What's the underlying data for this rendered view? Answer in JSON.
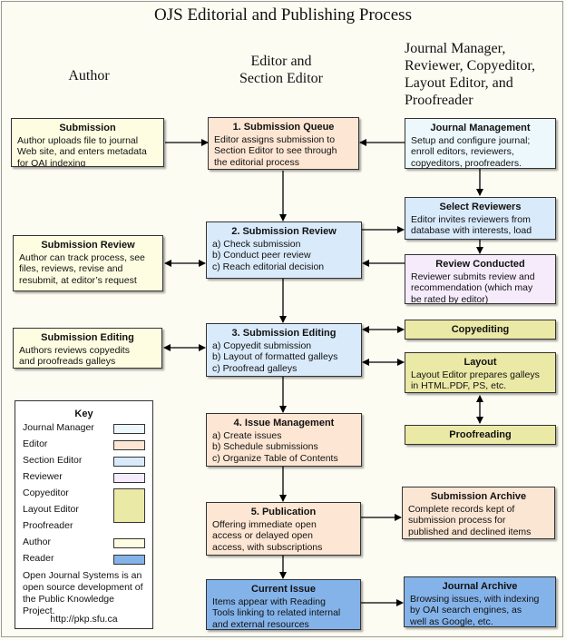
{
  "title": "OJS Editorial and Publishing Process",
  "columns": {
    "author": "Author",
    "editor": [
      "Editor and",
      "Section Editor"
    ],
    "manager": [
      "Journal Manager,",
      "Reviewer, Copyeditor,",
      "Layout Editor, and",
      "Proofreader"
    ]
  },
  "boxes": {
    "submission": {
      "title": "Submission",
      "lines": [
        "Author uploads file to journal",
        "Web site, and enters metadata",
        "for OAI indexing"
      ]
    },
    "submission_queue": {
      "title": "1. Submission Queue",
      "lines": [
        "Editor assigns submission to",
        "Section Editor to see through",
        "the editorial process"
      ]
    },
    "journal_management": {
      "title": "Journal Management",
      "lines": [
        "Setup and configure journal;",
        "enroll editors, reviewers,",
        "copyeditors, proofreaders."
      ]
    },
    "select_reviewers": {
      "title": "Select Reviewers",
      "lines": [
        "Editor invites reviewers from",
        "database with interests, load"
      ]
    },
    "submission_review_author": {
      "title": "Submission Review",
      "lines": [
        "Author can track process, see",
        "files, reviews, revise and",
        "resubmit, at editor’s request"
      ]
    },
    "submission_review": {
      "title": "2. Submission Review",
      "lines": [
        "a) Check submission",
        "b) Conduct peer review",
        "c) Reach editorial decision"
      ]
    },
    "review_conducted": {
      "title": "Review Conducted",
      "lines": [
        "Reviewer submits review and",
        "recommendation (which may",
        "be rated by editor)"
      ]
    },
    "submission_editing_author": {
      "title": "Submission Editing",
      "lines": [
        "Authors reviews copyedits",
        "and proofreads galleys"
      ]
    },
    "submission_editing": {
      "title": "3. Submission Editing",
      "lines": [
        "a) Copyedit submission",
        "b) Layout of formatted galleys",
        "c) Proofread galleys"
      ]
    },
    "copyediting": {
      "title": "Copyediting"
    },
    "layout": {
      "title": "Layout",
      "lines": [
        "Layout Editor prepares galleys",
        "in HTML.PDF, PS, etc."
      ]
    },
    "proofreading": {
      "title": "Proofreading"
    },
    "issue_management": {
      "title": "4. Issue Management",
      "lines": [
        "a) Create issues",
        "b) Schedule submissions",
        "c) Organize Table of Contents"
      ]
    },
    "publication": {
      "title": "5. Publication",
      "lines": [
        "Offering immediate open",
        "access or delayed open",
        "access, with subscriptions"
      ]
    },
    "submission_archive": {
      "title": "Submission Archive",
      "lines": [
        "Complete records kept of",
        "submission process for",
        "published and declined items"
      ]
    },
    "current_issue": {
      "title": "Current Issue",
      "lines": [
        "Items appear with Reading",
        "Tools linking to related internal",
        "and external resources"
      ]
    },
    "journal_archive": {
      "title": "Journal Archive",
      "lines": [
        "Browsing issues, with indexing",
        "by OAI search engines, as",
        "well as Google, etc."
      ]
    }
  },
  "key": {
    "title": "Key",
    "items": [
      "Journal Manager",
      "Editor",
      "Section Editor",
      "Reviewer",
      "Copyeditor",
      "Layout Editor",
      "Proofreader",
      "Author",
      "Reader"
    ],
    "note": [
      "Open Journal Systems is an",
      "open source development of",
      "the Public Knowledge",
      "Project."
    ],
    "url": "http://pkp.sfu.ca"
  },
  "colors": {
    "author": "#fefde2",
    "editor": "#fde6d3",
    "section_editor": "#d9eafb",
    "journal_manager": "#ecf8fc",
    "reviewer": "#f5ebfb",
    "copy_layout_proof": "#ebe9a6",
    "reader": "#84b3ea",
    "background": "#fdfcf3"
  }
}
